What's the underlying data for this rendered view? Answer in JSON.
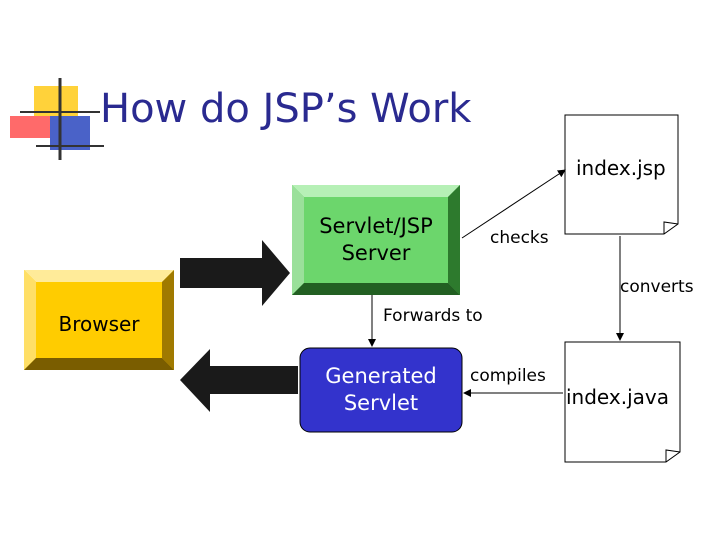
{
  "title": "How do JSP’s Work",
  "nodes": {
    "servlet_server": "Servlet/JSP\nServer",
    "browser": "Browser",
    "generated_servlet": "Generated\nServlet",
    "index_jsp": "index.jsp",
    "index_java": "index.java"
  },
  "edges": {
    "checks": "checks",
    "converts": "converts",
    "forwards_to": "Forwards to",
    "compiles": "compiles"
  },
  "colors": {
    "title": "#2a2a90",
    "server_fill": "#5fc85f",
    "browser_fill": "#ffcc00",
    "servlet_fill": "#3333cc",
    "arrow": "#1a1a1a"
  }
}
